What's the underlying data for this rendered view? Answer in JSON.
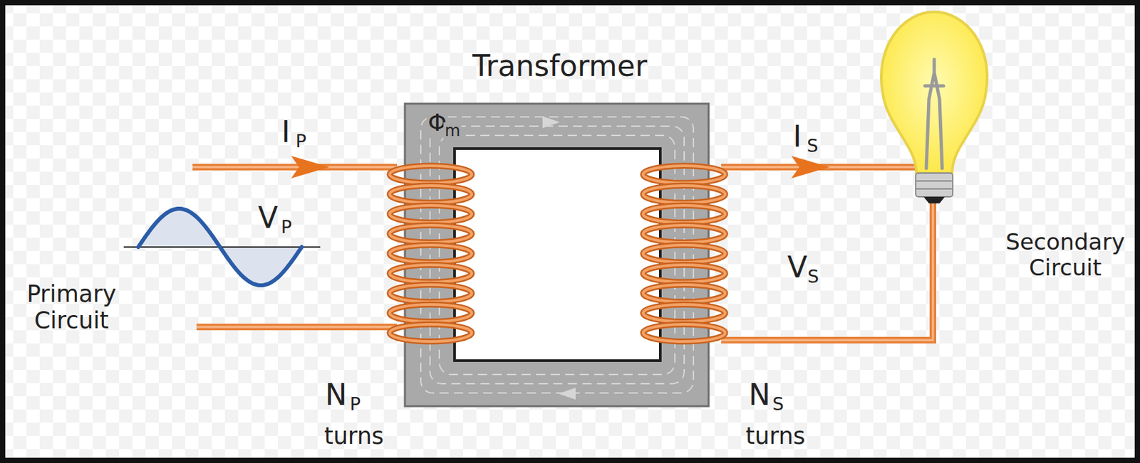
{
  "diagram": {
    "title": "Transformer",
    "labels": [
      "Φ",
      "m",
      "I",
      "P",
      "V",
      "P",
      "Primary Circuit",
      "N",
      "P",
      "turns",
      "I",
      "S",
      "V",
      "S",
      "Secondary Circuit",
      "N",
      "S",
      "turns"
    ]
  }
}
